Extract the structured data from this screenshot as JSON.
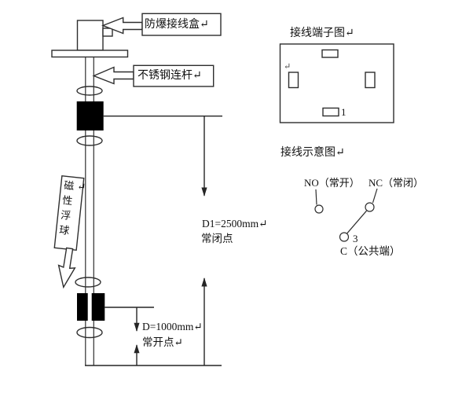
{
  "colors": {
    "line": "#2e2e2e",
    "text": "#111111",
    "float_fill": "#000000"
  },
  "assembly": {
    "junction_box_label": "防爆接线盒↵",
    "rod_label": "不锈钢连杆↵",
    "float_label": "磁性浮球↵",
    "d1_value": "D1=2500mm↵",
    "d1_note": "常闭点",
    "d_value": "D=1000mm↵",
    "d_note": "常开点↵"
  },
  "terminal_diagram": {
    "title": "接线端子图↵",
    "paragraph_mark": "↵",
    "terminal_1_label": "1"
  },
  "wiring_diagram": {
    "title": "接线示意图↵",
    "no_label": "NO（常开）",
    "nc_label": "NC（常闭）",
    "terminal_3_label": "3",
    "common_label": "C（公共端）"
  }
}
